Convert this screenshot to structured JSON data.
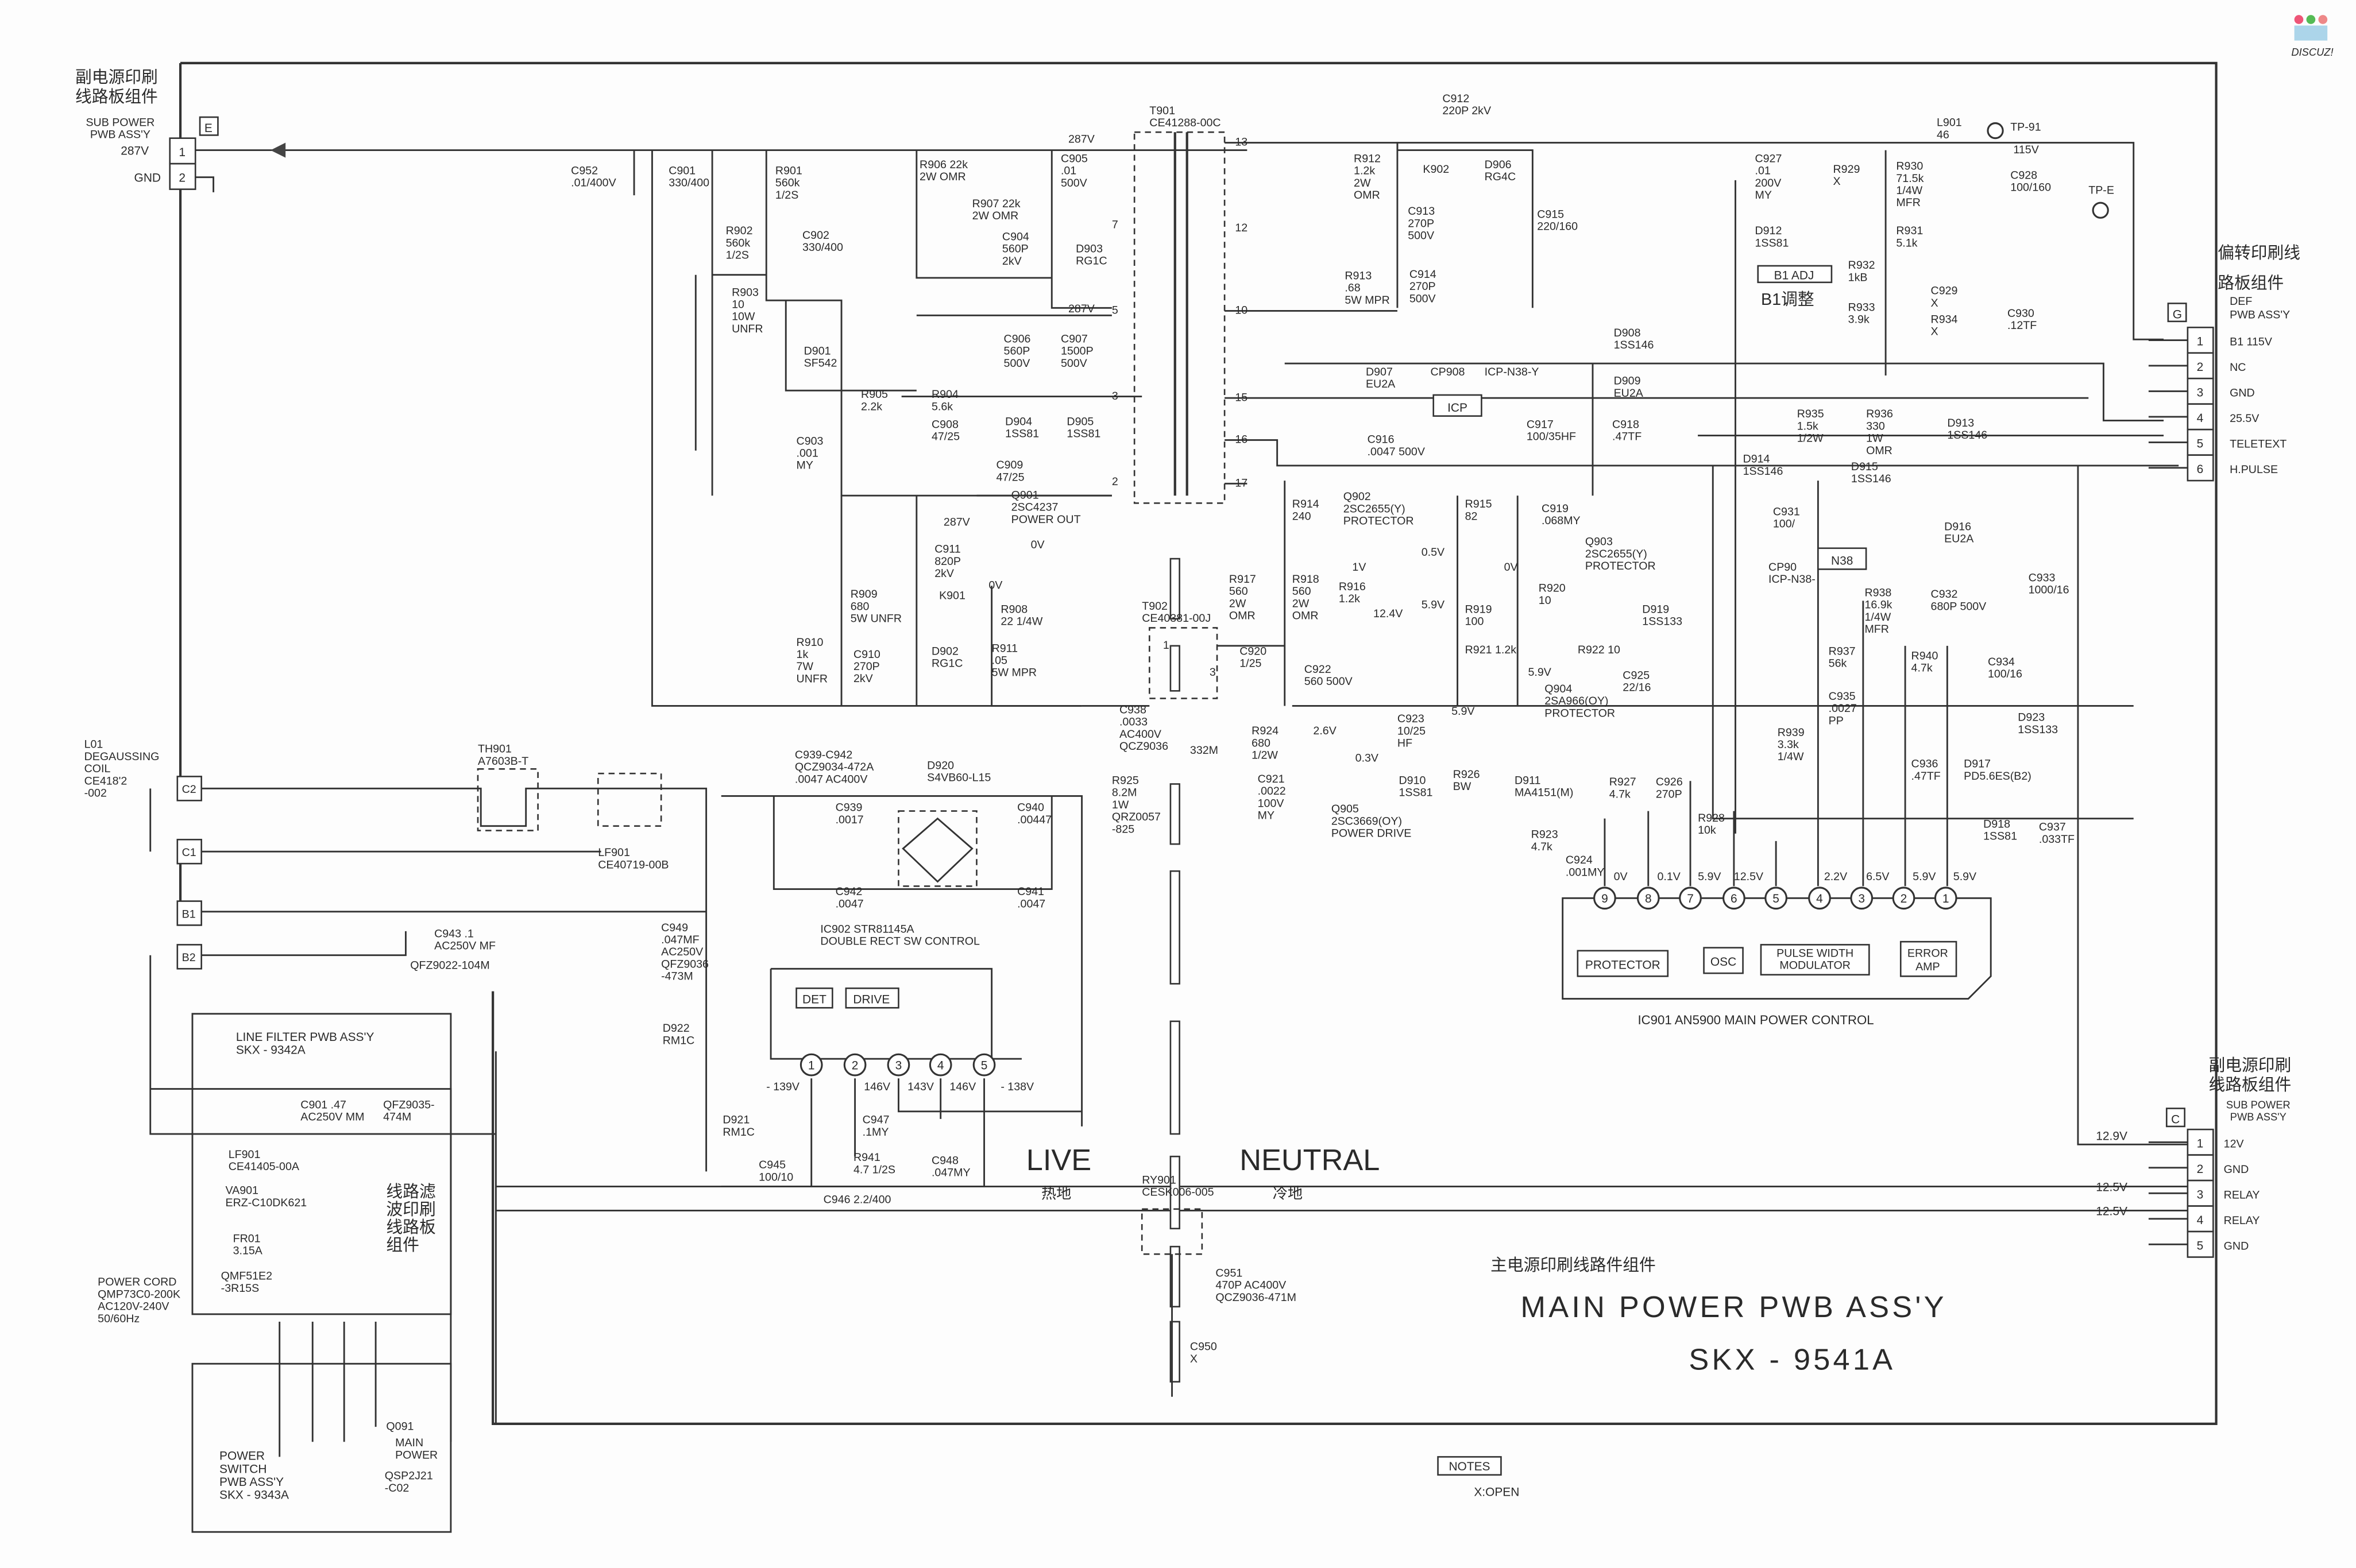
{
  "logo": {
    "text": "DISCUZ!"
  },
  "title": {
    "cn": "主电源印刷线路件组件",
    "en": "MAIN POWER PWB ASS'Y",
    "model": "SKX - 9541A"
  },
  "notes": {
    "label": "NOTES",
    "text": "X:OPEN"
  },
  "zones": {
    "live": "LIVE",
    "live_cn": "热地",
    "neutral": "NEUTRAL",
    "neutral_cn": "冷地"
  },
  "conn_e": {
    "id": "E",
    "cn": [
      "副电源印刷",
      "线路板组件"
    ],
    "en": [
      "SUB POWER",
      "PWB ASS'Y"
    ],
    "pins": [
      "1",
      "2"
    ],
    "signals": [
      "287V",
      "GND"
    ]
  },
  "conn_g": {
    "id": "G",
    "cn": [
      "偏转印刷线",
      "路板组件"
    ],
    "en": [
      "DEF",
      "PWB ASS'Y"
    ],
    "pins": [
      "1",
      "2",
      "3",
      "4",
      "5",
      "6"
    ],
    "signals": [
      "B1 115V",
      "NC",
      "GND",
      "25.5V",
      "TELETEXT",
      "H.PULSE"
    ]
  },
  "conn_c": {
    "id": "C",
    "cn": [
      "副电源印刷",
      "线路板组件"
    ],
    "en": [
      "SUB POWER",
      "PWB ASS'Y"
    ],
    "pins": [
      "1",
      "2",
      "3",
      "4",
      "5"
    ],
    "signals": [
      "12V",
      "GND",
      "RELAY",
      "RELAY",
      "GND"
    ],
    "voltages": [
      "12.9V",
      "12.5V",
      "12.5V"
    ]
  },
  "conn_left": [
    "C2",
    "C1",
    "B1",
    "B2"
  ],
  "ic901": {
    "label": "IC901 AN5900 MAIN  POWER CONTROL",
    "pins": [
      "9",
      "8",
      "7",
      "6",
      "5",
      "4",
      "3",
      "2",
      "1"
    ],
    "voltages": [
      "0V",
      "0.1V",
      "5.9V",
      "12.5V",
      "2.2V",
      "6.5V",
      "5.9V",
      "5.9V"
    ],
    "blocks": {
      "protector": "PROTECTOR",
      "osc": "OSC",
      "pwm": [
        "PULSE WIDTH",
        "MODULATOR"
      ],
      "err": [
        "ERROR",
        "AMP"
      ]
    }
  },
  "ic902": {
    "blocks": {
      "det": "DET",
      "drive": "DRIVE"
    },
    "pins": [
      "1",
      "2",
      "3",
      "4",
      "5"
    ],
    "voltages": [
      "- 139V",
      "146V",
      "143V",
      "146V",
      "- 138V"
    ]
  },
  "misc": {
    "icp": "ICP",
    "n38": "N38",
    "b1adj": "B1 ADJ",
    "b1adj_cn": "B1调整"
  },
  "labels": {
    "C952": [
      "C952",
      ".01/400V"
    ],
    "C901": [
      "C901",
      "330/400"
    ],
    "R901": [
      "R901",
      "560k",
      "1/2S"
    ],
    "R902": [
      "R902",
      "560k",
      "1/2S"
    ],
    "C902": [
      "C902",
      "330/400"
    ],
    "R903": [
      "R903",
      "10",
      "10W",
      "UNFR"
    ],
    "D901": [
      "D901",
      "SF542"
    ],
    "C903": [
      "C903",
      ".001",
      "MY"
    ],
    "R905": [
      "R905",
      "2.2k"
    ],
    "R906": [
      "R906 22k",
      "2W OMR"
    ],
    "R907": [
      "R907 22k",
      "2W OMR"
    ],
    "C905": [
      "C905",
      ".01",
      "500V"
    ],
    "C904": [
      "C904",
      "560P",
      "2kV"
    ],
    "D903": [
      "D903",
      "RG1C"
    ],
    "V287A": [
      "287V"
    ],
    "V287B": [
      "287V"
    ],
    "V287C": [
      "287V"
    ],
    "T901": [
      "T901",
      "CE41288-00C"
    ],
    "P13": [
      "13"
    ],
    "P12": [
      "12"
    ],
    "P7": [
      "7"
    ],
    "P5": [
      "5"
    ],
    "P10": [
      "10"
    ],
    "P3": [
      "3"
    ],
    "P15": [
      "15"
    ],
    "P16": [
      "16"
    ],
    "P2": [
      "2"
    ],
    "P17": [
      "17"
    ],
    "C906": [
      "C906",
      "560P",
      "500V"
    ],
    "C907": [
      "C907",
      "1500P",
      "500V"
    ],
    "R904": [
      "R904",
      "5.6k"
    ],
    "C908": [
      "C908",
      "47/25"
    ],
    "D904": [
      "D904",
      "1SS81"
    ],
    "D905": [
      "D905",
      "1SS81"
    ],
    "C909": [
      "C909",
      "47/25"
    ],
    "Q901": [
      "Q901",
      "2SC4237",
      "POWER OUT"
    ],
    "V0A": [
      "0V"
    ],
    "V0B": [
      "0V"
    ],
    "C911": [
      "C911",
      "820P",
      "2kV"
    ],
    "K901": [
      "K901"
    ],
    "R909": [
      "R909",
      "680",
      "5W UNFR"
    ],
    "R908": [
      "R908",
      "22 1/4W"
    ],
    "R910": [
      "R910",
      "1k",
      "7W",
      "UNFR"
    ],
    "C910": [
      "C910",
      "270P",
      "2kV"
    ],
    "D902": [
      "D902",
      "RG1C"
    ],
    "R911": [
      "R911",
      ".05",
      "5W MPR"
    ],
    "T902": [
      "T902",
      "CE40381-00J"
    ],
    "T2P1": [
      "1"
    ],
    "T2P3": [
      "3"
    ],
    "C938": [
      "C938",
      ".0033",
      "AC400V",
      "QCZ9036"
    ],
    "V332M": [
      "332M"
    ],
    "R925": [
      "R925",
      "8.2M",
      "1W",
      "QRZ0057",
      "-825"
    ],
    "C912": [
      "C912",
      "220P 2kV"
    ],
    "K902": [
      "K902"
    ],
    "D906": [
      "D906",
      "RG4C"
    ],
    "R912": [
      "R912",
      "1.2k",
      "2W",
      "OMR"
    ],
    "C913": [
      "C913",
      "270P",
      "500V"
    ],
    "C915": [
      "C915",
      "220/160"
    ],
    "R913": [
      "R913",
      ".68",
      "5W MPR"
    ],
    "C914": [
      "C914",
      "270P",
      "500V"
    ],
    "D908": [
      "D908",
      "1SS146"
    ],
    "D909": [
      "D909",
      "EU2A"
    ],
    "D907": [
      "D907",
      "EU2A"
    ],
    "CP908": [
      "CP908"
    ],
    "ICPN38Y": [
      "ICP-N38-Y"
    ],
    "C916": [
      "C916",
      ".0047  500V"
    ],
    "C917": [
      "C917",
      "100/35HF"
    ],
    "C918": [
      "C918",
      ".47TF"
    ],
    "R914": [
      "R914",
      "240"
    ],
    "Q902": [
      "Q902",
      "2SC2655(Y)",
      "PROTECTOR"
    ],
    "R915": [
      "R915",
      "82"
    ],
    "C919": [
      "C919",
      ".068MY"
    ],
    "Q903": [
      "Q903",
      "2SC2655(Y)",
      "PROTECTOR"
    ],
    "V05": [
      "0.5V"
    ],
    "V1": [
      "1V"
    ],
    "V0C": [
      "0V"
    ],
    "V124": [
      "12.4V"
    ],
    "V59A": [
      "5.9V"
    ],
    "R917": [
      "R917",
      "560",
      "2W",
      "OMR"
    ],
    "R918": [
      "R918",
      "560",
      "2W",
      "OMR"
    ],
    "R916": [
      "R916",
      "1.2k"
    ],
    "R919": [
      "R919",
      "100"
    ],
    "R920": [
      "R920",
      "10"
    ],
    "D919": [
      "D919",
      "1SS133"
    ],
    "R921": [
      "R921   1.2k"
    ],
    "R922": [
      "R922  10"
    ],
    "C920": [
      "C920",
      "1/25"
    ],
    "C922": [
      "C922",
      "560 500V"
    ],
    "V59B": [
      "5.9V"
    ],
    "V59C": [
      "5.9V"
    ],
    "Q904": [
      "Q904",
      "2SA966(OY)",
      "PROTECTOR"
    ],
    "C925": [
      "C925",
      "22/16"
    ],
    "R924": [
      "R924",
      "680",
      "1/2W"
    ],
    "V26": [
      "2.6V"
    ],
    "V03": [
      "0.3V"
    ],
    "C923": [
      "C923",
      "10/25",
      "HF"
    ],
    "D910": [
      "D910",
      "1SS81"
    ],
    "R926": [
      "R926",
      "BW"
    ],
    "D911": [
      "D911",
      "MA4151(M)"
    ],
    "C921": [
      "C921",
      ".0022",
      "100V",
      "MY"
    ],
    "Q905": [
      "Q905",
      "2SC3669(OY)",
      "POWER DRIVE"
    ],
    "R927": [
      "R927",
      "4.7k"
    ],
    "C926": [
      "C926",
      "270P"
    ],
    "R923": [
      "R923",
      "4.7k"
    ],
    "R928": [
      "R928",
      "10k"
    ],
    "C924": [
      "C924",
      ".001MY"
    ],
    "C927": [
      "C927",
      ".01",
      "200V",
      "MY"
    ],
    "R929": [
      "R929",
      "X"
    ],
    "R930": [
      "R930",
      "71.5k",
      "1/4W",
      "MFR"
    ],
    "L901": [
      "L901",
      "46"
    ],
    "TP91": [
      "TP-91"
    ],
    "V115": [
      "115V"
    ],
    "C928": [
      "C928",
      "100/160"
    ],
    "TPE": [
      "TP-E"
    ],
    "D912": [
      "D912",
      "1SS81"
    ],
    "R931": [
      "R931",
      "5.1k"
    ],
    "R932": [
      "R932",
      "1kB"
    ],
    "R933": [
      "R933",
      "3.9k"
    ],
    "C929": [
      "C929",
      "X"
    ],
    "R934": [
      "R934",
      "X"
    ],
    "C930": [
      "C930",
      ".12TF"
    ],
    "R935": [
      "R935",
      "1.5k",
      "1/2W"
    ],
    "R936": [
      "R936",
      "330",
      "1W",
      "OMR"
    ],
    "D913": [
      "D913",
      "1SS146"
    ],
    "D914": [
      "D914",
      "1SS146"
    ],
    "D915": [
      "D915",
      "1SS146"
    ],
    "C931": [
      "C931",
      "100/"
    ],
    "CP90": [
      "CP90",
      "ICP-N38-"
    ],
    "D916": [
      "D916",
      "EU2A"
    ],
    "C932": [
      "C932",
      "680P 500V"
    ],
    "C933": [
      "C933",
      "1000/16"
    ],
    "R938": [
      "R938",
      "16.9k",
      "1/4W",
      "MFR"
    ],
    "R937": [
      "R937",
      "56k"
    ],
    "R940": [
      "R940",
      "4.7k"
    ],
    "C934": [
      "C934",
      "100/16"
    ],
    "C935": [
      "C935",
      ".0027",
      "PP"
    ],
    "R939": [
      "R939",
      "3.3k",
      "1/4W"
    ],
    "D923": [
      "D923",
      "1SS133"
    ],
    "C936": [
      "C936",
      ".47TF"
    ],
    "D917": [
      "D917",
      "PD5.6ES(B2)"
    ],
    "D918": [
      "D918",
      "1SS81"
    ],
    "C937": [
      "C937",
      ".033TF"
    ],
    "C939C942": [
      "C939-C942",
      "QCZ9034-472A",
      ".0047 AC400V"
    ],
    "D920": [
      "D920",
      "S4VB60-L15"
    ],
    "C939": [
      "C939",
      ".0017"
    ],
    "C940": [
      "C940",
      ".00447"
    ],
    "C942": [
      "C942",
      ".0047"
    ],
    "C941": [
      "C941",
      ".0047"
    ],
    "IC902": [
      "IC902 STR81145A",
      "DOUBLE RECT SW CONTROL"
    ],
    "C947": [
      "C947",
      ".1MY"
    ],
    "R941": [
      "R941",
      "4.7 1/2S"
    ],
    "C948": [
      "C948",
      ".047MY"
    ],
    "C945": [
      "C945",
      "100/10"
    ],
    "C946": [
      "C946 2.2/400"
    ],
    "D922": [
      "D922",
      "RM1C"
    ],
    "D921": [
      "D921",
      "RM1C"
    ],
    "RY901": [
      "RY901",
      "CESK006-005"
    ],
    "C951": [
      "C951",
      "470P AC400V",
      "QCZ9036-471M"
    ],
    "C950": [
      "C950",
      "X"
    ],
    "L01": [
      "L01",
      "DEGAUSSING",
      "COIL",
      "CE418'2",
      "-002"
    ],
    "TH901": [
      "TH901",
      "A7603B-T"
    ],
    "LF901": [
      "LF901",
      "CE40719-00B"
    ],
    "C949": [
      "C949",
      ".047MF",
      "AC250V",
      "QFZ9036",
      "-473M"
    ],
    "C943": [
      "C943  .1",
      "AC250V  MF"
    ],
    "QFZ9022": [
      "QFZ9022-104M"
    ],
    "LFPWB": [
      "LINE FILTER PWB ASS'Y",
      "SKX - 9342A"
    ],
    "C901F": [
      "C901  .47",
      "AC250V  MM"
    ],
    "QFZ9035": [
      "QFZ9035-",
      "474M"
    ],
    "LF901F": [
      "LF901",
      "CE41405-00A"
    ],
    "VA901": [
      "VA901",
      "ERZ-C10DK621"
    ],
    "FR01": [
      "FR01",
      "3.15A"
    ],
    "QMF51E2": [
      "QMF51E2",
      "-3R15S"
    ],
    "LFCN": [
      "线路滤",
      "波印刷",
      "线路板",
      "组件"
    ],
    "CORD": [
      "POWER CORD",
      "QMP73C0-200K",
      "AC120V-240V",
      "50/60Hz"
    ],
    "PSW": [
      "POWER",
      "SWITCH",
      "PWB ASS'Y",
      "SKX - 9343A"
    ],
    "Q091": [
      "Q091"
    ],
    "MAINPWR": [
      "MAIN",
      "POWER"
    ],
    "QSP2J21": [
      "QSP2J21",
      "-C02"
    ]
  }
}
